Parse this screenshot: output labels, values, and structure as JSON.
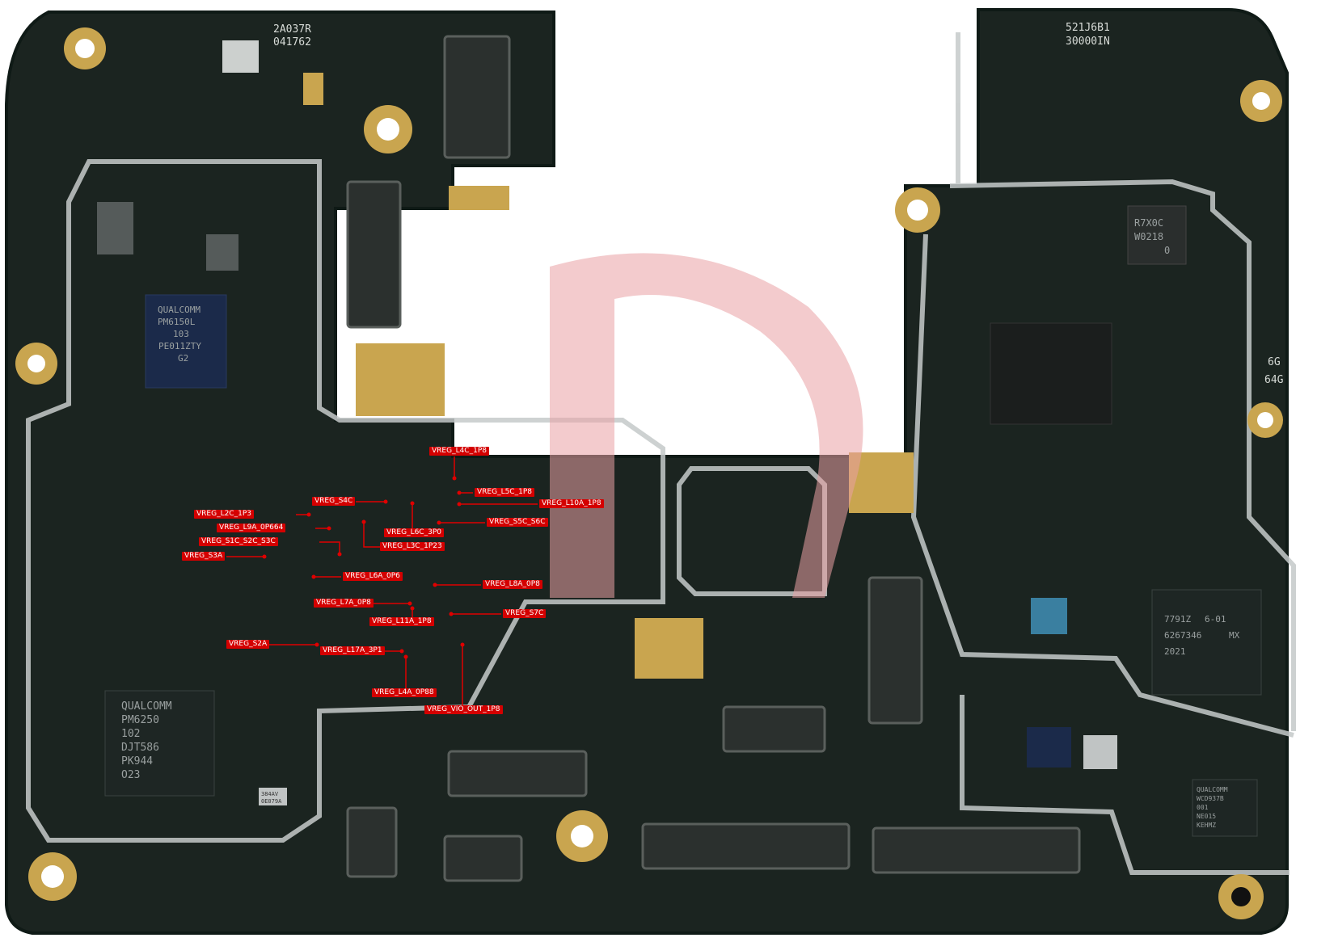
{
  "board": {
    "colors": {
      "pcb": "#1b2420",
      "pcb_edge": "#0f1a16",
      "copper": "#c9a54f",
      "shield": "#bfc4c4",
      "label": "#d40000",
      "watermark": "#e9a0a4"
    },
    "silkscreen": {
      "top_left_code": "2A037R",
      "top_left_serial": "041762",
      "top_right_code": "521J6B1",
      "top_right_serial": "30000IN",
      "ram_label_a": "6G",
      "ram_label_b": "64G"
    },
    "chips": {
      "pmic_left_top": [
        "QUALCOMM",
        "PM6150L",
        "103",
        "PE011ZTY",
        "G2"
      ],
      "pmic_left_bottom": [
        "QUALCOMM",
        "PM6250",
        "102",
        "DJT586",
        "PK944",
        "O23"
      ],
      "rf_chip_top_right": [
        "R7X0C",
        "W0218",
        "0"
      ],
      "transceiver": [
        "7791Z",
        "6-01",
        "6267346",
        "MX",
        "2021"
      ],
      "qualcomm_small": [
        "QUALCOMM",
        "WCD937B",
        "001",
        "NE015",
        "KEHMZ"
      ],
      "crystal": [
        "384AV",
        "0E079A"
      ]
    },
    "labels": [
      "VREG_L4C_1P8",
      "VREG_L5C_1P8",
      "VREG_L10A_1P8",
      "VREG_S4C",
      "VREG_L2C_1P3",
      "VREG_L9A_0P664",
      "VREG_S5C_S6C",
      "VREG_L6C_3P0",
      "VREG_S1C_S2C_S3C",
      "VREG_L3C_1P23",
      "VREG_S3A",
      "VREG_L6A_0P6",
      "VREG_L8A_0P8",
      "VREG_L7A_0P8",
      "VREG_S7C",
      "VREG_L11A_1P8",
      "VREG_S2A",
      "VREG_L17A_3P1",
      "VREG_L4A_0P88",
      "VREG_VIO_OUT_1P8"
    ]
  }
}
